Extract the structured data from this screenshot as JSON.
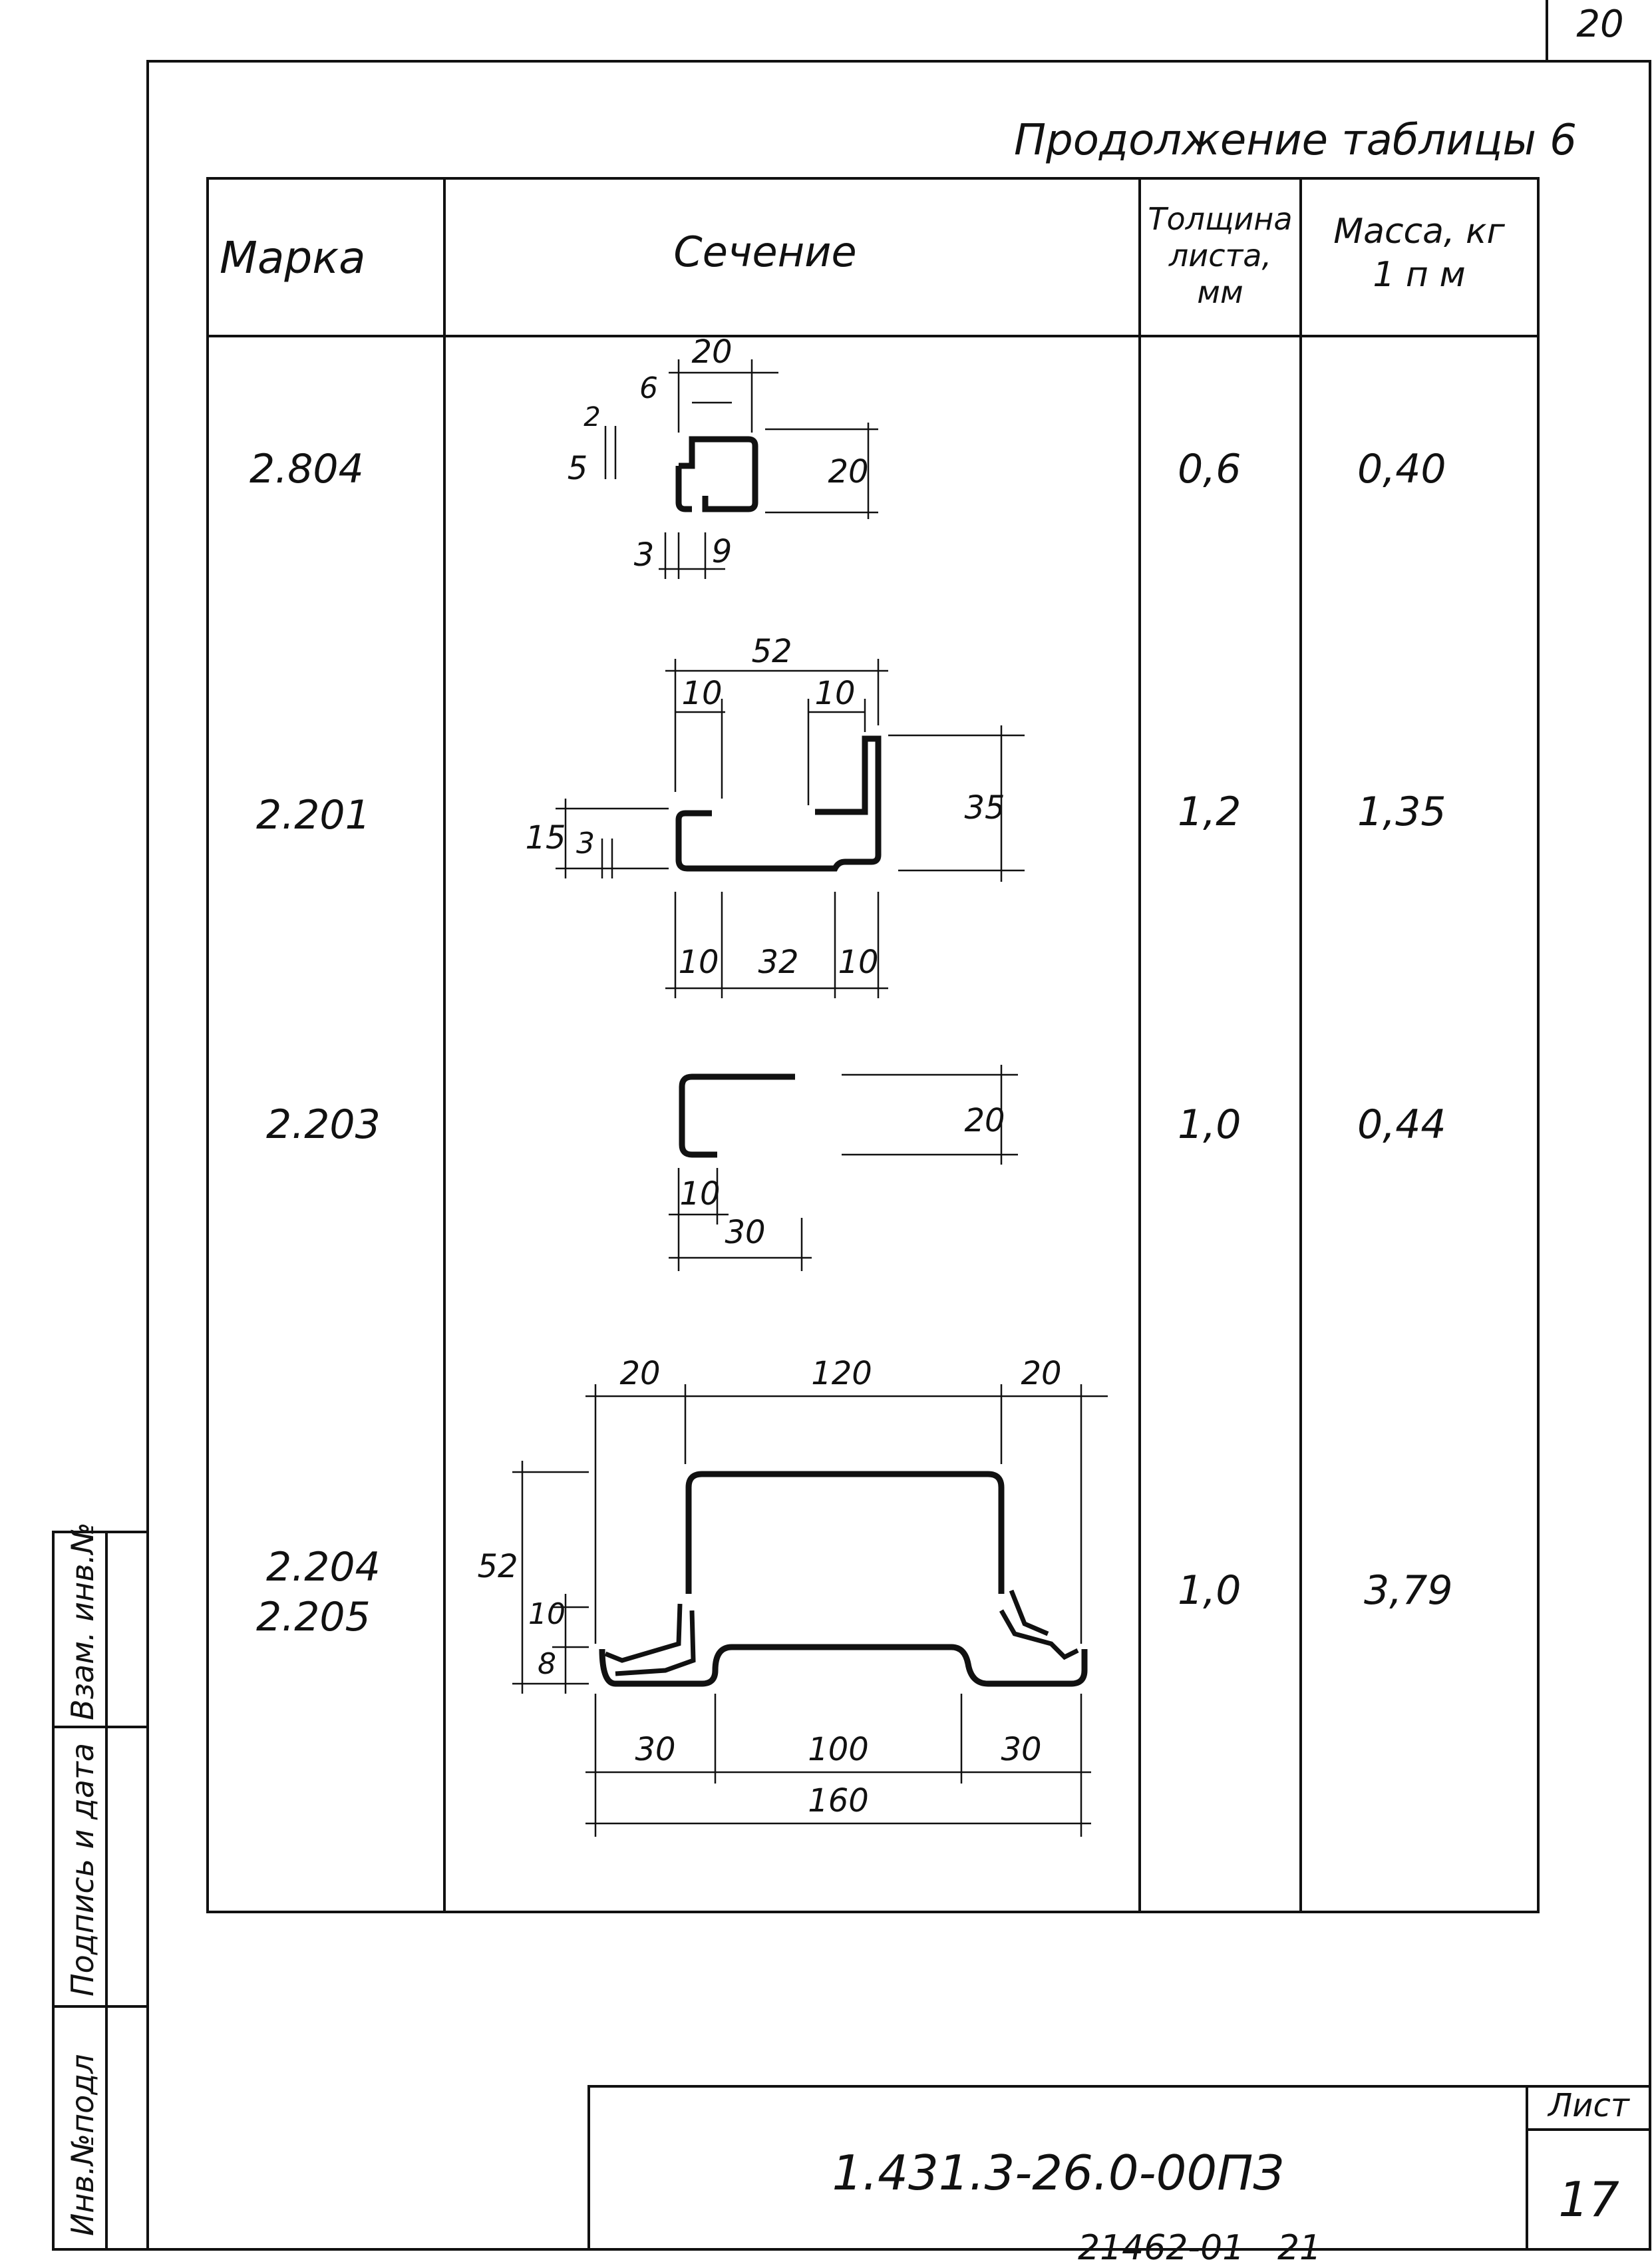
{
  "page_number": "20",
  "table_caption": "Продолжение таблицы 6",
  "headers": {
    "mark": "Марка",
    "section": "Сечение",
    "thickness": [
      "Толщина",
      "листа,",
      "мм"
    ],
    "mass": [
      "Масса, кг",
      "1 п м"
    ]
  },
  "rows": [
    {
      "marks": [
        "2.804"
      ],
      "thickness": "0,6",
      "mass": "0,40",
      "dims": [
        "20",
        "6",
        "2",
        "5",
        "20",
        "3",
        "9"
      ]
    },
    {
      "marks": [
        "2.201"
      ],
      "thickness": "1,2",
      "mass": "1,35",
      "dims": [
        "52",
        "10",
        "10",
        "15",
        "3",
        "35",
        "10",
        "32",
        "10"
      ]
    },
    {
      "marks": [
        "2.203"
      ],
      "thickness": "1,0",
      "mass": "0,44",
      "dims": [
        "20",
        "10",
        "30"
      ]
    },
    {
      "marks": [
        "2.204",
        "2.205"
      ],
      "thickness": "1,0",
      "mass": "3,79",
      "dims": [
        "20",
        "120",
        "20",
        "52",
        "10",
        "8",
        "30",
        "100",
        "30",
        "160"
      ]
    }
  ],
  "side_stamp": [
    "Инв.№подл",
    "Подпись и дата",
    "Взам. инв.№"
  ],
  "title_block": {
    "designation": "1.431.3-26.0-00ПЗ",
    "sheet_label": "Лист",
    "sheet_number": "17"
  },
  "footer_code": "21462-01   21"
}
